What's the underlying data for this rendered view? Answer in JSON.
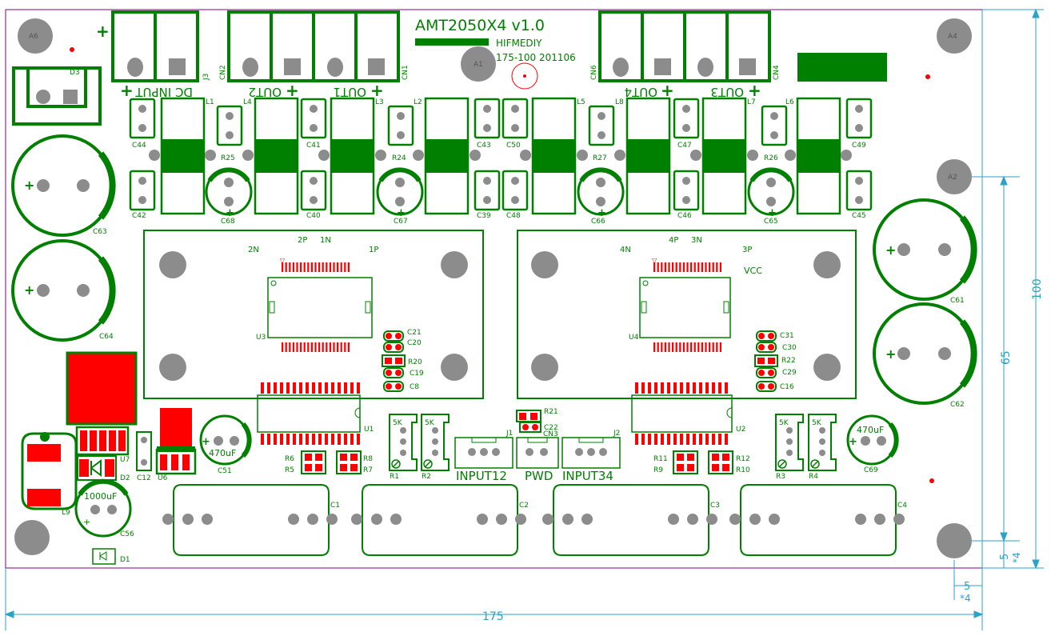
{
  "board": {
    "title": "AMT2050X4  v1.0",
    "brand": "HIFMEDIY",
    "code": "175-100  201106",
    "colors": {
      "copper": "#008000",
      "pad": "#8c8c8c",
      "smd": "#ff0000",
      "dim": "#29a3c7",
      "outline": "#800080"
    }
  },
  "connectors": [
    {
      "ref": "J3",
      "label": "DC INPUT",
      "sign": "+",
      "mirrored": true
    },
    {
      "ref": "CN2",
      "label": "OUT2",
      "sign": "+",
      "mirrored": true
    },
    {
      "ref": "CN1",
      "label": "OUT1",
      "sign": "+",
      "mirrored": true
    },
    {
      "ref": "CN6",
      "label": "OUT4",
      "sign": "+",
      "mirrored": true
    },
    {
      "ref": "CN4",
      "label": "OUT3",
      "sign": "+",
      "mirrored": true
    }
  ],
  "mount_holes": [
    "A6",
    "A1",
    "A4",
    "A2"
  ],
  "inductors": [
    "L1",
    "L4",
    "L3",
    "L2",
    "L5",
    "L8",
    "L7",
    "L6",
    "L9"
  ],
  "capacitors_small": [
    "C44",
    "C42",
    "C41",
    "C40",
    "C43",
    "C39",
    "C50",
    "C48",
    "C47",
    "C46",
    "C49",
    "C45",
    "C21",
    "C20",
    "C19",
    "C8",
    "C31",
    "C30",
    "C29",
    "C16",
    "C22",
    "C12"
  ],
  "capacitors_electrolytic": [
    "C63",
    "C64",
    "C61",
    "C62",
    "C68",
    "C67",
    "C66",
    "C65",
    "C51",
    "C69",
    "C56"
  ],
  "cap_values": {
    "c51": "470uF",
    "c69": "470uF",
    "c56": "1000uF"
  },
  "film_caps": [
    "C1",
    "C2",
    "C3",
    "C4"
  ],
  "resistors": [
    "R25",
    "R24",
    "R27",
    "R26",
    "R20",
    "R22",
    "R21",
    "R6",
    "R5",
    "R8",
    "R7",
    "R11",
    "R9",
    "R12",
    "R10"
  ],
  "pots": [
    {
      "ref": "R1",
      "value": "5K"
    },
    {
      "ref": "R2",
      "value": "5K"
    },
    {
      "ref": "R3",
      "value": "5K"
    },
    {
      "ref": "R4",
      "value": "5K"
    }
  ],
  "ics": [
    "U3",
    "U1",
    "U4",
    "U2",
    "U6",
    "U7"
  ],
  "headers": [
    {
      "ref": "J1",
      "label": "INPUT12"
    },
    {
      "ref": "CN3",
      "label": "PWD"
    },
    {
      "ref": "J2",
      "label": "INPUT34"
    }
  ],
  "diodes": [
    "D3",
    "D2",
    "D1"
  ],
  "pin_labels": {
    "left": [
      "2P",
      "1N",
      "2N",
      "1P"
    ],
    "right": [
      "4N",
      "4P",
      "3N",
      "3P",
      "VCC"
    ]
  },
  "dimensions": {
    "width": "175",
    "height": "100",
    "inner": "65",
    "edge": "5",
    "holes_x": "*4",
    "holes_y": "*4"
  }
}
